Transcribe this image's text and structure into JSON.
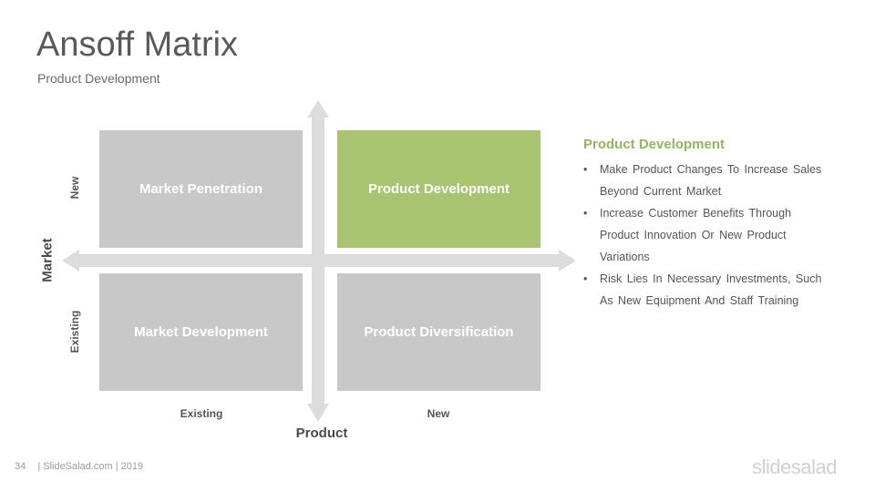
{
  "header": {
    "title": "Ansoff Matrix",
    "subtitle": "Product Development"
  },
  "matrix": {
    "quadrants": {
      "top_left": "Market Penetration",
      "top_right": "Product Development",
      "bottom_left": "Market Development",
      "bottom_right": "Product Diversification"
    },
    "y_axis": {
      "title": "Market",
      "top_label": "New",
      "bottom_label": "Existing"
    },
    "x_axis": {
      "title": "Product",
      "left_label": "Existing",
      "right_label": "New"
    },
    "highlighted": "top_right",
    "colors": {
      "highlight": "#a9c471",
      "box": "#c8c8c8",
      "arrow": "#dcdcdc"
    }
  },
  "side_panel": {
    "title": "Product Development",
    "bullets": [
      "Make Product Changes To Increase Sales Beyond Current Market",
      "Increase Customer Benefits Through Product Innovation Or New Product Variations",
      "Risk Lies In Necessary Investments, Such As New Equipment And Staff Training"
    ],
    "title_color": "#93b55b"
  },
  "footer": {
    "page_number": "34",
    "text": "| SlideSalad.com | 2019",
    "logo": "slidesalad"
  }
}
